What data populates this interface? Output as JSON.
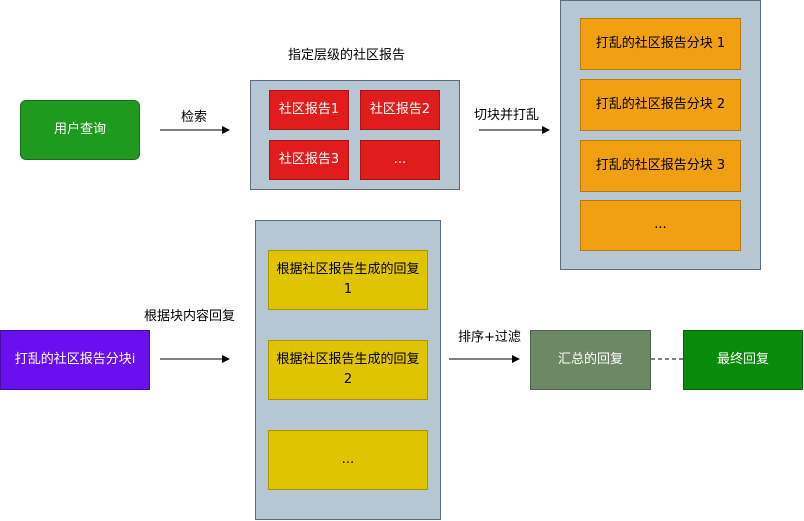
{
  "labels": {
    "selected_level_reports": "指定层级的社区报告",
    "retrieve": "检索",
    "chunk_shuffle": "切块并打乱",
    "reply_by_chunk": "根据块内容回复",
    "sort_filter": "排序+过滤"
  },
  "nodes": {
    "user_query": "用户查询",
    "report_1": "社区报告1",
    "report_2": "社区报告2",
    "report_3": "社区报告3",
    "report_more": "...",
    "shuffled_1": "打乱的社区报告分块 1",
    "shuffled_2": "打乱的社区报告分块 2",
    "shuffled_3": "打乱的社区报告分块 3",
    "shuffled_more": "...",
    "shuffled_i": "打乱的社区报告分块i",
    "reply_1": "根据社区报告生成的回复 1",
    "reply_2": "根据社区报告生成的回复 2",
    "reply_more": "...",
    "aggregated_reply": "汇总的回复",
    "final_reply": "最终回复"
  }
}
